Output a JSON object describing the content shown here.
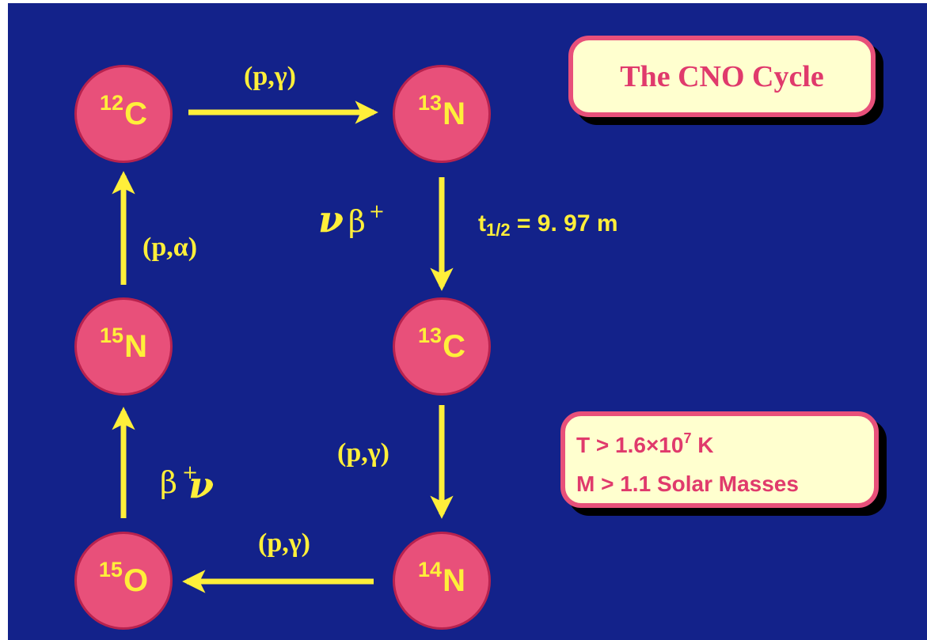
{
  "title": "The CNO Cycle",
  "nuclei": {
    "c12": {
      "mass": "12",
      "symbol": "C"
    },
    "n13": {
      "mass": "13",
      "symbol": "N"
    },
    "c13": {
      "mass": "13",
      "symbol": "C"
    },
    "n14": {
      "mass": "14",
      "symbol": "N"
    },
    "o15": {
      "mass": "15",
      "symbol": "O"
    },
    "n15": {
      "mass": "15",
      "symbol": "N"
    }
  },
  "reactions": {
    "c12_to_n13": "(p,γ)",
    "c13_to_n14": "(p,γ)",
    "n14_to_o15": "(p,γ)",
    "n15_to_c12": "(p,α)",
    "n13_to_c13": {
      "nu": "ν",
      "beta": "β",
      "plus": "+"
    },
    "o15_to_n15": {
      "beta": "β",
      "plus": "+",
      "nu": "ν"
    }
  },
  "half_life": {
    "t": "t",
    "sub": "1/2",
    "value": " = 9. 97 m"
  },
  "conditions": {
    "temp_prefix": "T > 1.6",
    "temp_times": "×",
    "temp_base": "10",
    "temp_exp": "7",
    "temp_unit": " K",
    "mass": "M > 1.1 Solar Masses"
  },
  "colors": {
    "background": "#13228a",
    "nucleus": "#e8507a",
    "arrow": "#ffef3a",
    "box_fill": "#ffffcf",
    "box_text": "#e03a6c"
  }
}
